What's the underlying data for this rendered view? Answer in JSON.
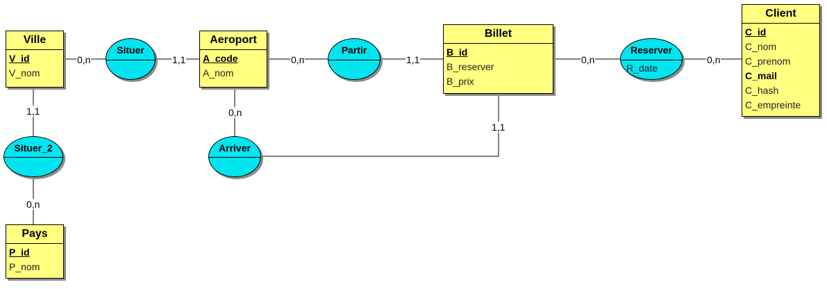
{
  "entities": {
    "ville": {
      "name": "Ville",
      "attributes": [
        "V_id",
        "V_nom"
      ]
    },
    "aeroport": {
      "name": "Aeroport",
      "attributes": [
        "A_code",
        "A_nom"
      ]
    },
    "billet": {
      "name": "Billet",
      "attributes": [
        "B_id",
        "B_reserver",
        "B_prix"
      ]
    },
    "client": {
      "name": "Client",
      "attributes": [
        "C_id",
        "C_nom",
        "C_prenom",
        "C_mail",
        "C_hash",
        "C_empreinte"
      ]
    },
    "pays": {
      "name": "Pays",
      "attributes": [
        "P_id",
        "P_nom"
      ]
    }
  },
  "associations": {
    "situer": {
      "name": "Situer"
    },
    "partir": {
      "name": "Partir"
    },
    "reserver": {
      "name": "Reserver",
      "attribute": "R_date"
    },
    "situer2": {
      "name": "Situer_2"
    },
    "arriver": {
      "name": "Arriver"
    }
  },
  "cardinalities": {
    "ville_situer": "0,n",
    "situer_aeroport": "1,1",
    "aeroport_partir": "0,n",
    "partir_billet": "1,1",
    "billet_reserver": "0,n",
    "reserver_client": "0,n",
    "ville_situer2": "1,1",
    "situer2_pays": "0,n",
    "aeroport_arriver": "0,n",
    "billet_arriver": "1,1"
  },
  "colors": {
    "entity_fill": "#ffff80",
    "association_fill": "#00e5f0",
    "line": "#000000",
    "shadow": "#8a8a8a"
  }
}
